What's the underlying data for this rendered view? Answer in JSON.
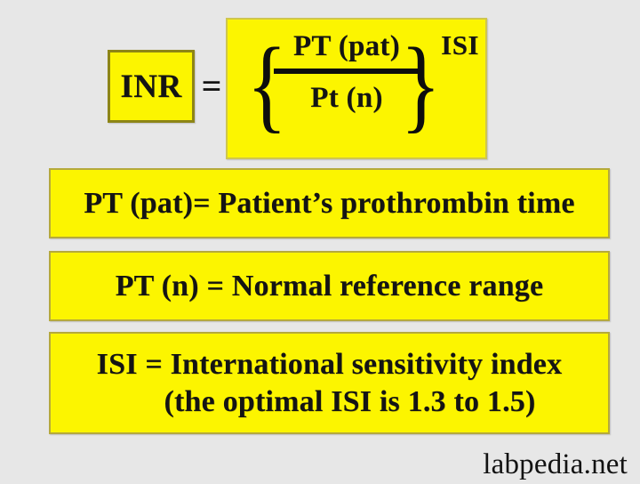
{
  "image": {
    "background_color": "#e7e7e7",
    "accent_color": "#fcf500",
    "border_color": "#b5a93c",
    "text_color": "#141414",
    "title": "INR formula diagram"
  },
  "formula": {
    "result_label": "INR",
    "equals": "=",
    "brace_open": "{",
    "brace_close": "}",
    "numerator": "PT (pat)",
    "denominator": "Pt (n)",
    "exponent": "ISI"
  },
  "definitions": [
    {
      "id": "pt-pat",
      "text": "PT (pat)= Patient’s prothrombin time"
    },
    {
      "id": "pt-n",
      "text": "PT (n)   = Normal reference range"
    },
    {
      "id": "isi",
      "line1": "ISI = International sensitivity index",
      "line2": "(the optimal ISI is 1.3 to 1.5)"
    }
  ],
  "watermark": {
    "text": "labpedia.net"
  }
}
